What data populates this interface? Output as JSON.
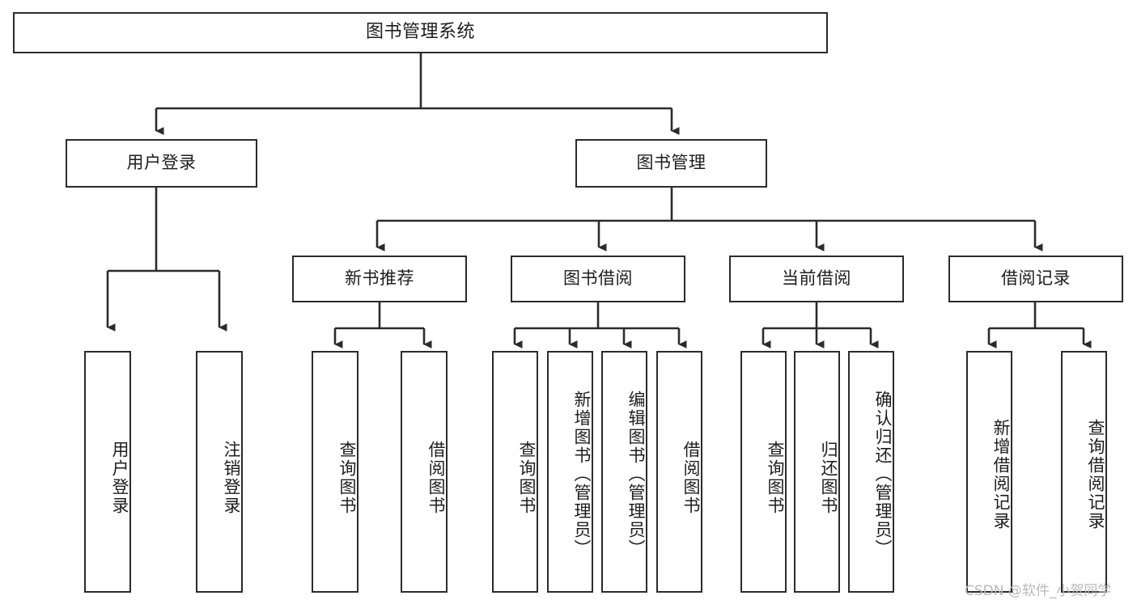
{
  "diagram": {
    "title": "图书管理系统",
    "root": {
      "label": "图书管理系统"
    },
    "level2": [
      {
        "label": "用户登录"
      },
      {
        "label": "图书管理"
      }
    ],
    "level3": [
      {
        "label": "新书推荐"
      },
      {
        "label": "图书借阅"
      },
      {
        "label": "当前借阅"
      },
      {
        "label": "借阅记录"
      }
    ],
    "leaves": {
      "user_login": [
        {
          "label": "用户登录"
        },
        {
          "label": "注销登录"
        }
      ],
      "new_book_recommend": [
        {
          "label": "查询图书"
        },
        {
          "label": "借阅图书"
        }
      ],
      "book_borrow": [
        {
          "label": "查询图书"
        },
        {
          "label": "新增图书（管理员）"
        },
        {
          "label": "编辑图书（管理员）"
        },
        {
          "label": "借阅图书"
        }
      ],
      "current_borrow": [
        {
          "label": "查询图书"
        },
        {
          "label": "归还图书"
        },
        {
          "label": "确认归还（管理员）"
        }
      ],
      "borrow_record": [
        {
          "label": "新增借阅记录"
        },
        {
          "label": "查询借阅记录"
        }
      ]
    }
  },
  "watermark": {
    "text": "CSDN @软件_小贺同学"
  },
  "colors": {
    "stroke": "#2b2b2b",
    "fill": "#ffffff",
    "text": "#1d1d1d",
    "watermark": "#b9b9b9"
  }
}
